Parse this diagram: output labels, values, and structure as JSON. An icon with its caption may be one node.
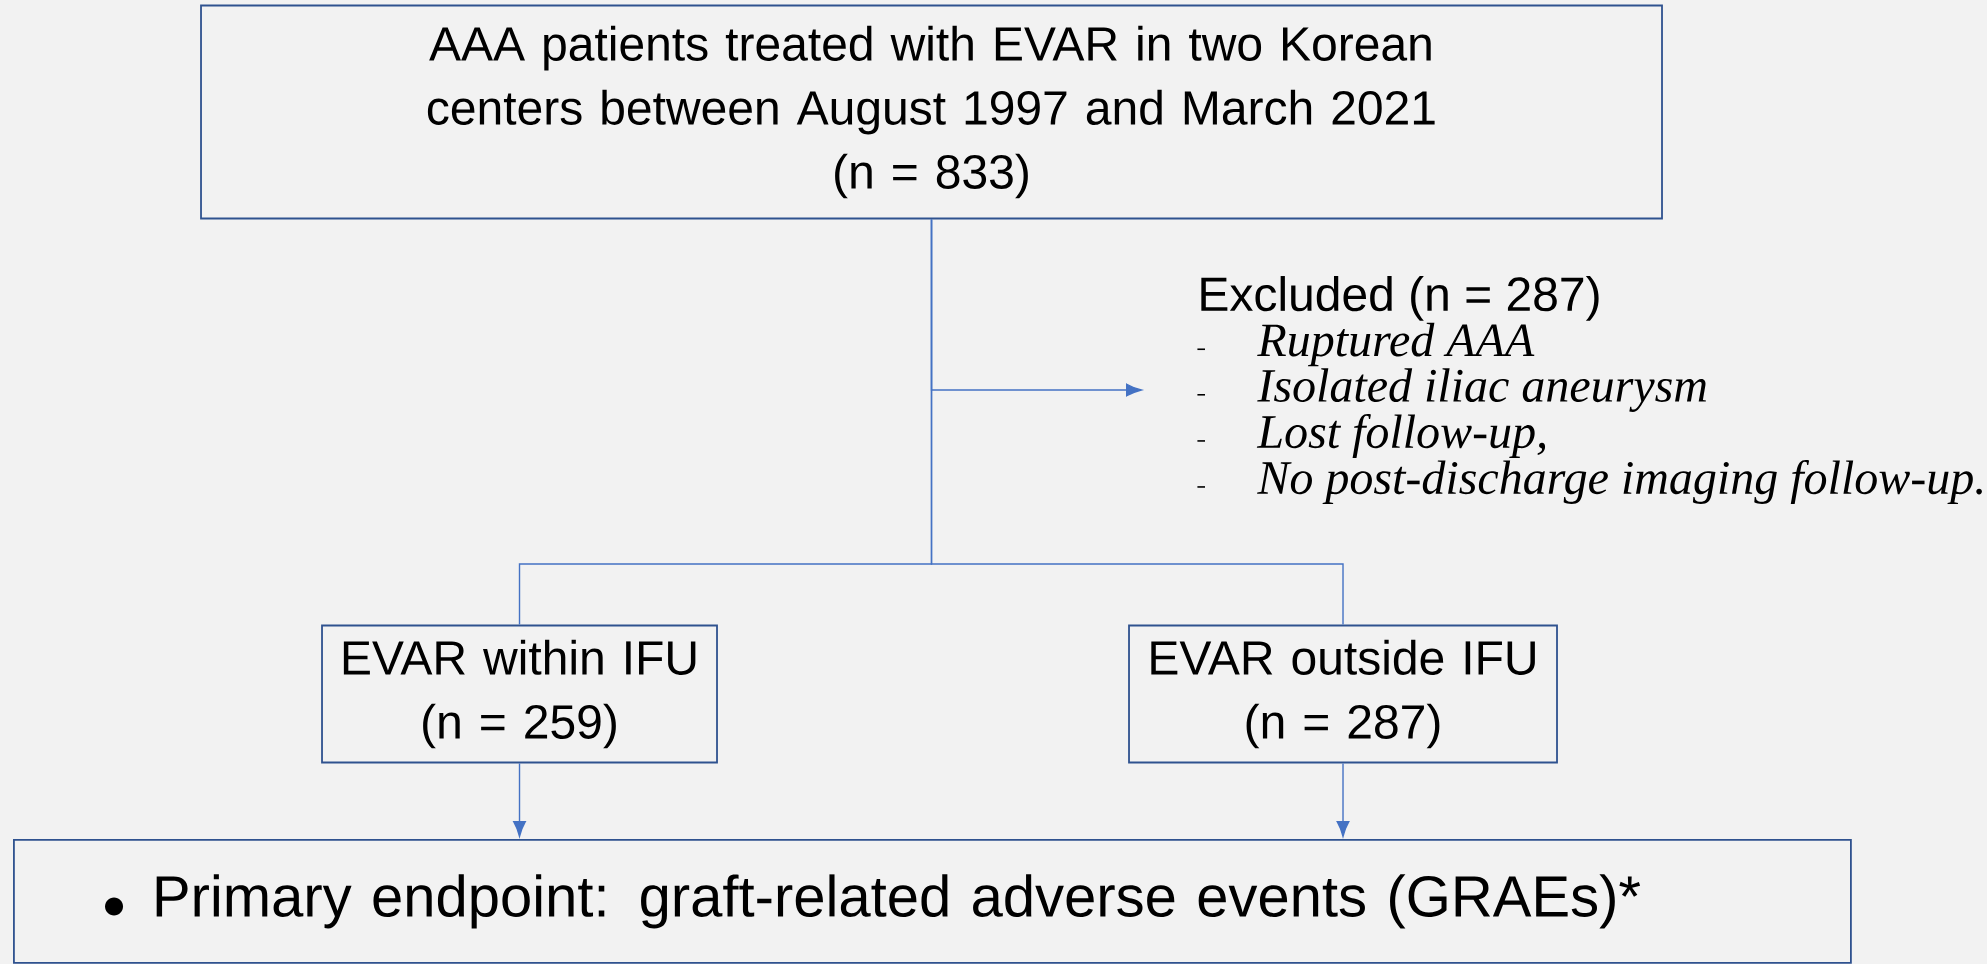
{
  "diagram": {
    "nodes": [
      {
        "text": [
          "AAA patients treated with EVAR in two Korean centers between August 1997 and March 2021",
          "(n = 833)"
        ]
      },
      {
        "text": [
          "Excluded (n = 287)",
          "Ruptured AAA",
          "Isolated iliac aneurysm",
          "Lost follow-up,",
          "No post-discharge imaging follow-up."
        ]
      },
      {
        "text": [
          "EVAR within IFU",
          "(n = 259)"
        ]
      },
      {
        "text": [
          "EVAR outside IFU",
          "(n = 287)"
        ]
      },
      {
        "text": [
          "Primary endpoint: graft-related adverse events (GRAEs)*"
        ]
      }
    ],
    "edges": [
      {
        "from": 0,
        "to": 1,
        "arrow": "to"
      },
      {
        "from": 0,
        "to": 2,
        "arrow": "none"
      },
      {
        "from": 0,
        "to": 3,
        "arrow": "none"
      },
      {
        "from": 2,
        "to": 4,
        "arrow": "to"
      },
      {
        "from": 3,
        "to": 4,
        "arrow": "to"
      }
    ]
  }
}
